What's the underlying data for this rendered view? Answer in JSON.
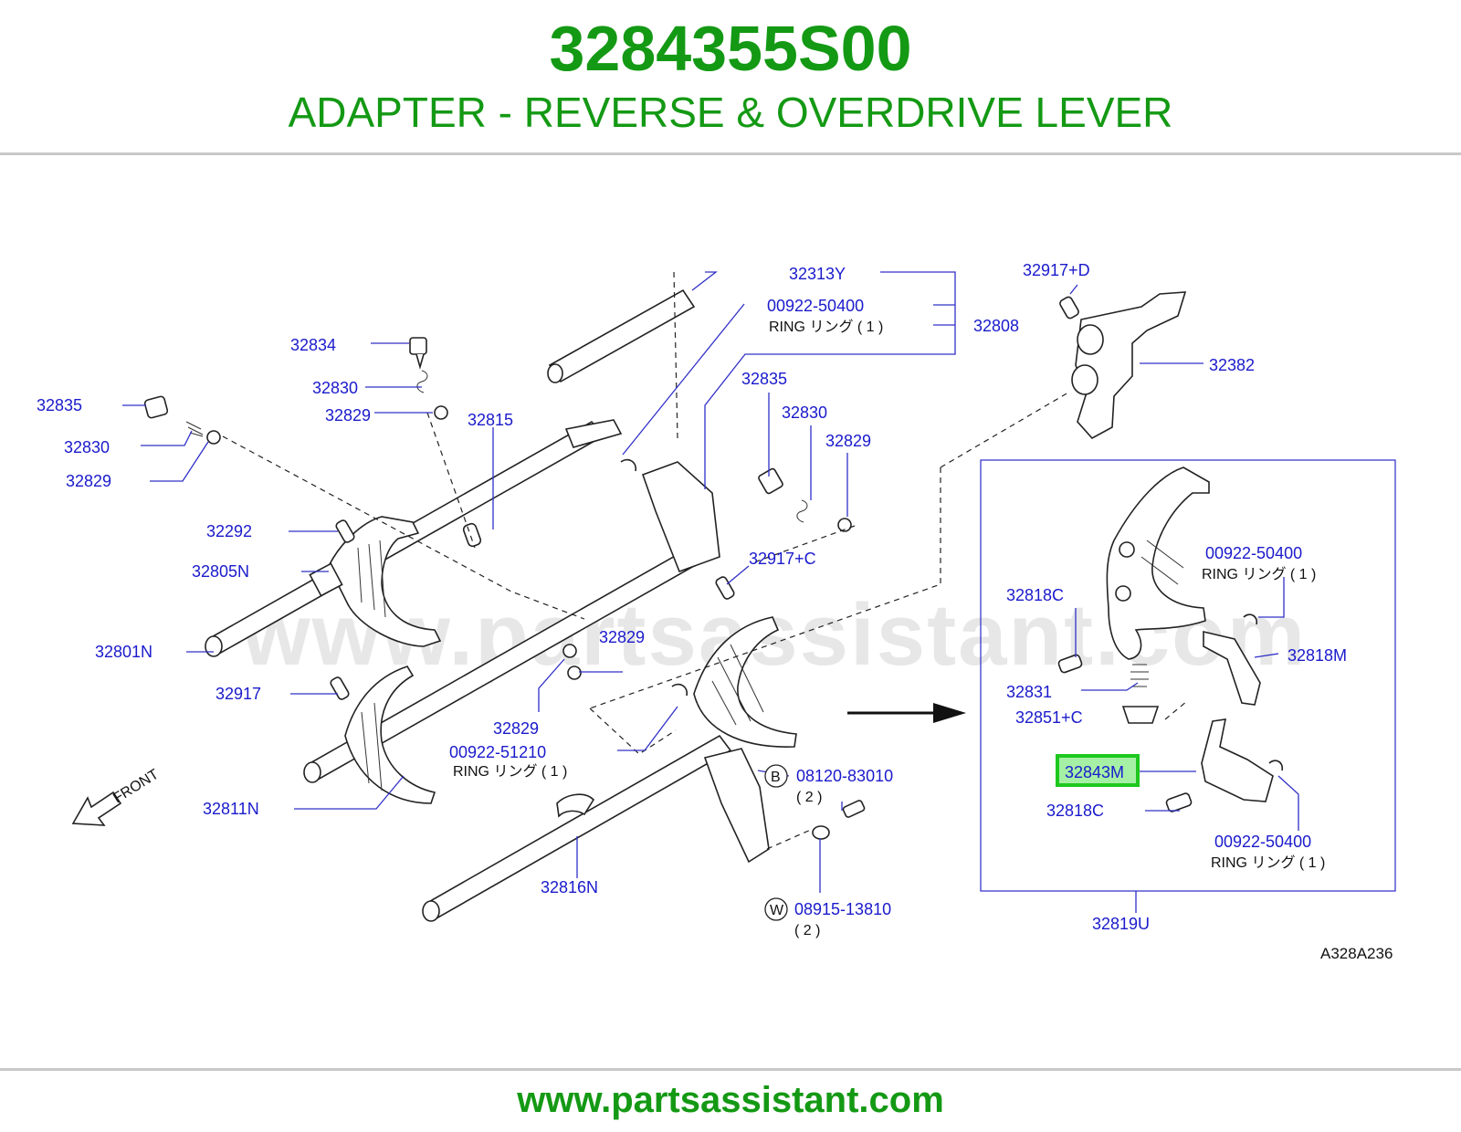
{
  "header": {
    "part_number": "3284355S00",
    "title": "ADAPTER - REVERSE & OVERDRIVE LEVER"
  },
  "watermark": "www.partsassistant.com",
  "footer": {
    "url": "www.partsassistant.com"
  },
  "colors": {
    "brand_green": "#149914",
    "label_blue": "#1a1acc",
    "highlight": "#1ec81e"
  },
  "diagram": {
    "figure_code": "A328A236",
    "front_label": "FRONT",
    "labels": {
      "l32313y": "32313Y",
      "l00922_50400_a": "00922-50400",
      "ring_a": "RING リング ( 1 )",
      "l32808": "32808",
      "l32917d": "32917+D",
      "l32382": "32382",
      "l32834": "32834",
      "l32830_a": "32830",
      "l32829_a": "32829",
      "l32835_a": "32835",
      "l32830_b": "32830",
      "l32829_b": "32829",
      "l32815": "32815",
      "l32835_b": "32835",
      "l32830_c": "32830",
      "l32829_c": "32829",
      "l32292": "32292",
      "l32805n": "32805N",
      "l32917c": "32917+C",
      "l32801n": "32801N",
      "l32829_d": "32829",
      "l32917": "32917",
      "l32829_e": "32829",
      "l00922_51210": "00922-51210",
      "ring_b": "RING リング ( 1 )",
      "l32811n": "32811N",
      "l08120": "08120-83010",
      "qty_b": "( 2 )",
      "l32816n": "32816N",
      "l08915": "08915-13810",
      "qty_w": "( 2 )",
      "l00922_50400_b": "00922-50400",
      "ring_c": "RING リング ( 1 )",
      "l32818c_a": "32818C",
      "l32818m": "32818M",
      "l32831": "32831",
      "l32851c": "32851+C",
      "l32843m": "32843M",
      "l32818c_b": "32818C",
      "l00922_50400_c": "00922-50400",
      "ring_d": "RING リング ( 1 )",
      "l32819u": "32819U",
      "mark_b": "B",
      "mark_w": "W"
    }
  }
}
